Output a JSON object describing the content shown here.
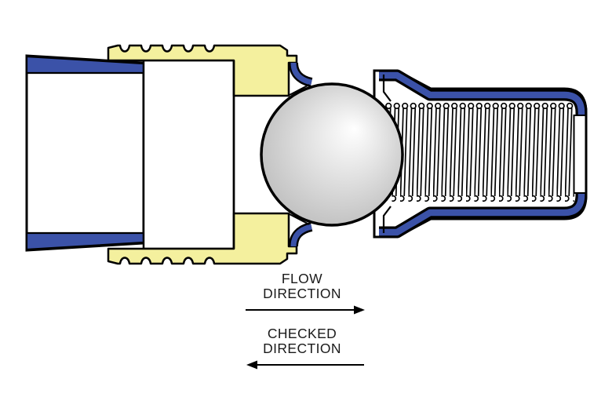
{
  "diagram": {
    "type": "ball-check-valve-cross-section",
    "labels": {
      "flow": {
        "line1": "FLOW",
        "line2": "DIRECTION",
        "arrow_direction": "right"
      },
      "checked": {
        "line1": "CHECKED",
        "line2": "DIRECTION",
        "arrow_direction": "left"
      }
    },
    "colors": {
      "valve_blue": "#3b52a8",
      "fitting_yellow": "#f4f09e",
      "outline_black": "#000000",
      "ball_edge_gray": "#949494",
      "background": "#ffffff"
    },
    "spring": {
      "coil_count": 24
    }
  }
}
